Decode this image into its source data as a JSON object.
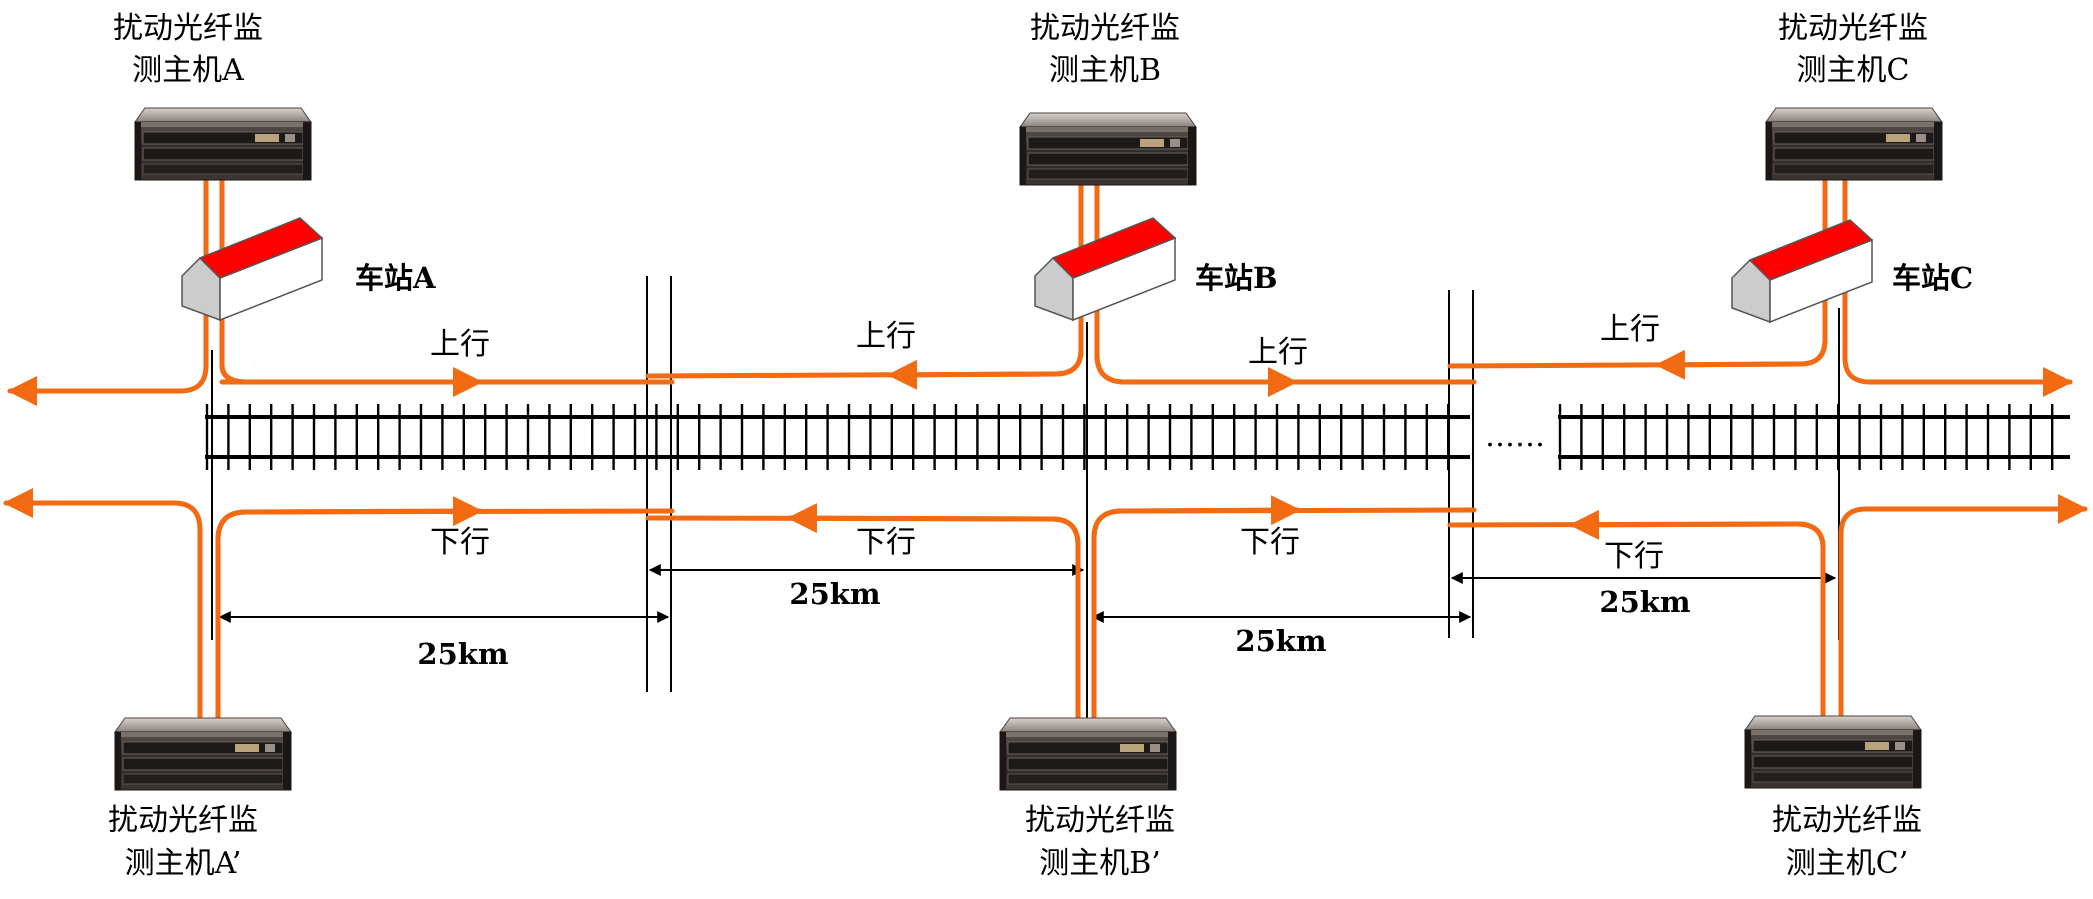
{
  "hosts_top": [
    {
      "line1": "扰动光纤监",
      "line2": "测主机A"
    },
    {
      "line1": "扰动光纤监",
      "line2": "测主机B"
    },
    {
      "line1": "扰动光纤监",
      "line2": "测主机C"
    }
  ],
  "hosts_bottom": [
    {
      "line1": "扰动光纤监",
      "line2": "测主机A’"
    },
    {
      "line1": "扰动光纤监",
      "line2": "测主机B’"
    },
    {
      "line1": "扰动光纤监",
      "line2": "测主机C’"
    }
  ],
  "stations": [
    "车站A",
    "车站B",
    "车站C"
  ],
  "direction_up": "上行",
  "direction_down": "下行",
  "distance_label": "25km",
  "ellipsis": "……",
  "colors": {
    "fiber": "#f26a12",
    "roof": "#ff0000",
    "wall": "#cfcfcf",
    "server_dark": "#2a2624",
    "server_light": "#6f6561"
  }
}
